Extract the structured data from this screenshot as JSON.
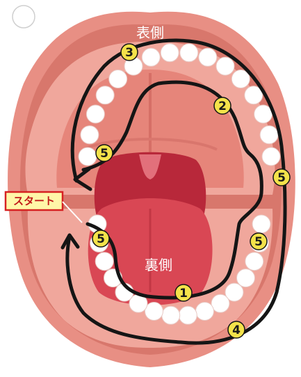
{
  "labels": {
    "front": "表側",
    "back": "裏側",
    "start": "スタート"
  },
  "steps": [
    "1",
    "2",
    "3",
    "4",
    "5"
  ],
  "colors": {
    "lip": "#e88f84",
    "lipDark": "#d8776c",
    "gum": "#f0a79c",
    "palate": "#e6857a",
    "throat": "#b8283a",
    "tongue": "#d94754",
    "tooth": "#ffffff",
    "path": "#151515",
    "badge": "#f4e24a",
    "startBorder": "#d62222",
    "startFill": "#fff7a8"
  }
}
